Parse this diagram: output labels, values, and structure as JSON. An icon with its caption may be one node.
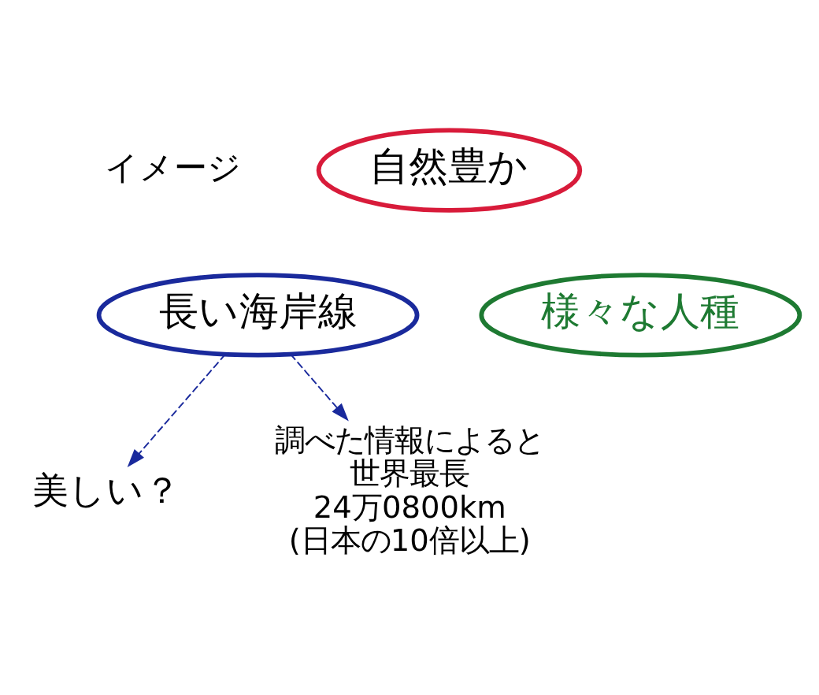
{
  "diagram": {
    "nodes": [
      {
        "text": [
          "自然豊か"
        ]
      },
      {
        "text": [
          "長い海岸線"
        ]
      },
      {
        "text": [
          "様々な人種"
        ]
      },
      {
        "text": [
          "美しい？"
        ]
      },
      {
        "text": [
          "調べた情報によると",
          "世界最長",
          "24万0800km",
          "(日本の10倍以上)"
        ]
      }
    ],
    "edges": [
      {
        "from": 1,
        "to": 3,
        "arrow": "to",
        "style": "dashed"
      },
      {
        "from": 1,
        "to": 4,
        "arrow": "to",
        "style": "dashed"
      }
    ],
    "labels": [
      "イメージ"
    ]
  }
}
